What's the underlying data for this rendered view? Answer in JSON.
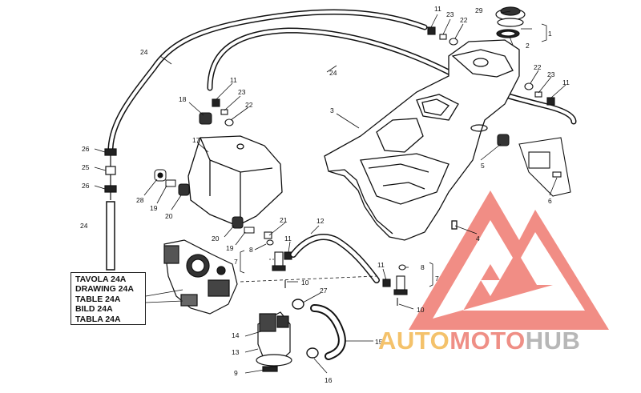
{
  "reference_table": [
    "TAVOLA 24A",
    "DRAWING 24A",
    "TABLE 24A",
    "BILD 24A",
    "TABLA 24A"
  ],
  "watermark": {
    "part1": "AUTO",
    "part2": "MOTO",
    "part3": "HUB",
    "colors": {
      "auto": "#f4c26b",
      "moto": "#ef8f86",
      "hub": "#b7b7b7",
      "logo": "#ef7a70"
    }
  },
  "callouts": {
    "c11a": "11",
    "c23a": "23",
    "c22a": "22",
    "c29": "29",
    "c1": "1",
    "c2": "2",
    "c24a": "24",
    "c24b": "24",
    "c24c": "24",
    "c22b": "22",
    "c23b": "23",
    "c11b": "11",
    "c11c": "11",
    "c23c": "23",
    "c22c": "22",
    "c18": "18",
    "c3": "3",
    "c17": "17",
    "c5": "5",
    "c6": "6",
    "c4": "4",
    "c26a": "26",
    "c25": "25",
    "c26b": "26",
    "c28": "28",
    "c19a": "19",
    "c20a": "20",
    "c21": "21",
    "c20b": "20",
    "c19b": "19",
    "c12": "12",
    "c7a": "7",
    "c8a": "8",
    "c11d": "11",
    "c10a": "10",
    "c11e": "11",
    "c8b": "8",
    "c7b": "7",
    "c10b": "10",
    "c27": "27",
    "c15": "15",
    "c14": "14",
    "c13": "13",
    "c9": "9",
    "c16": "16"
  }
}
